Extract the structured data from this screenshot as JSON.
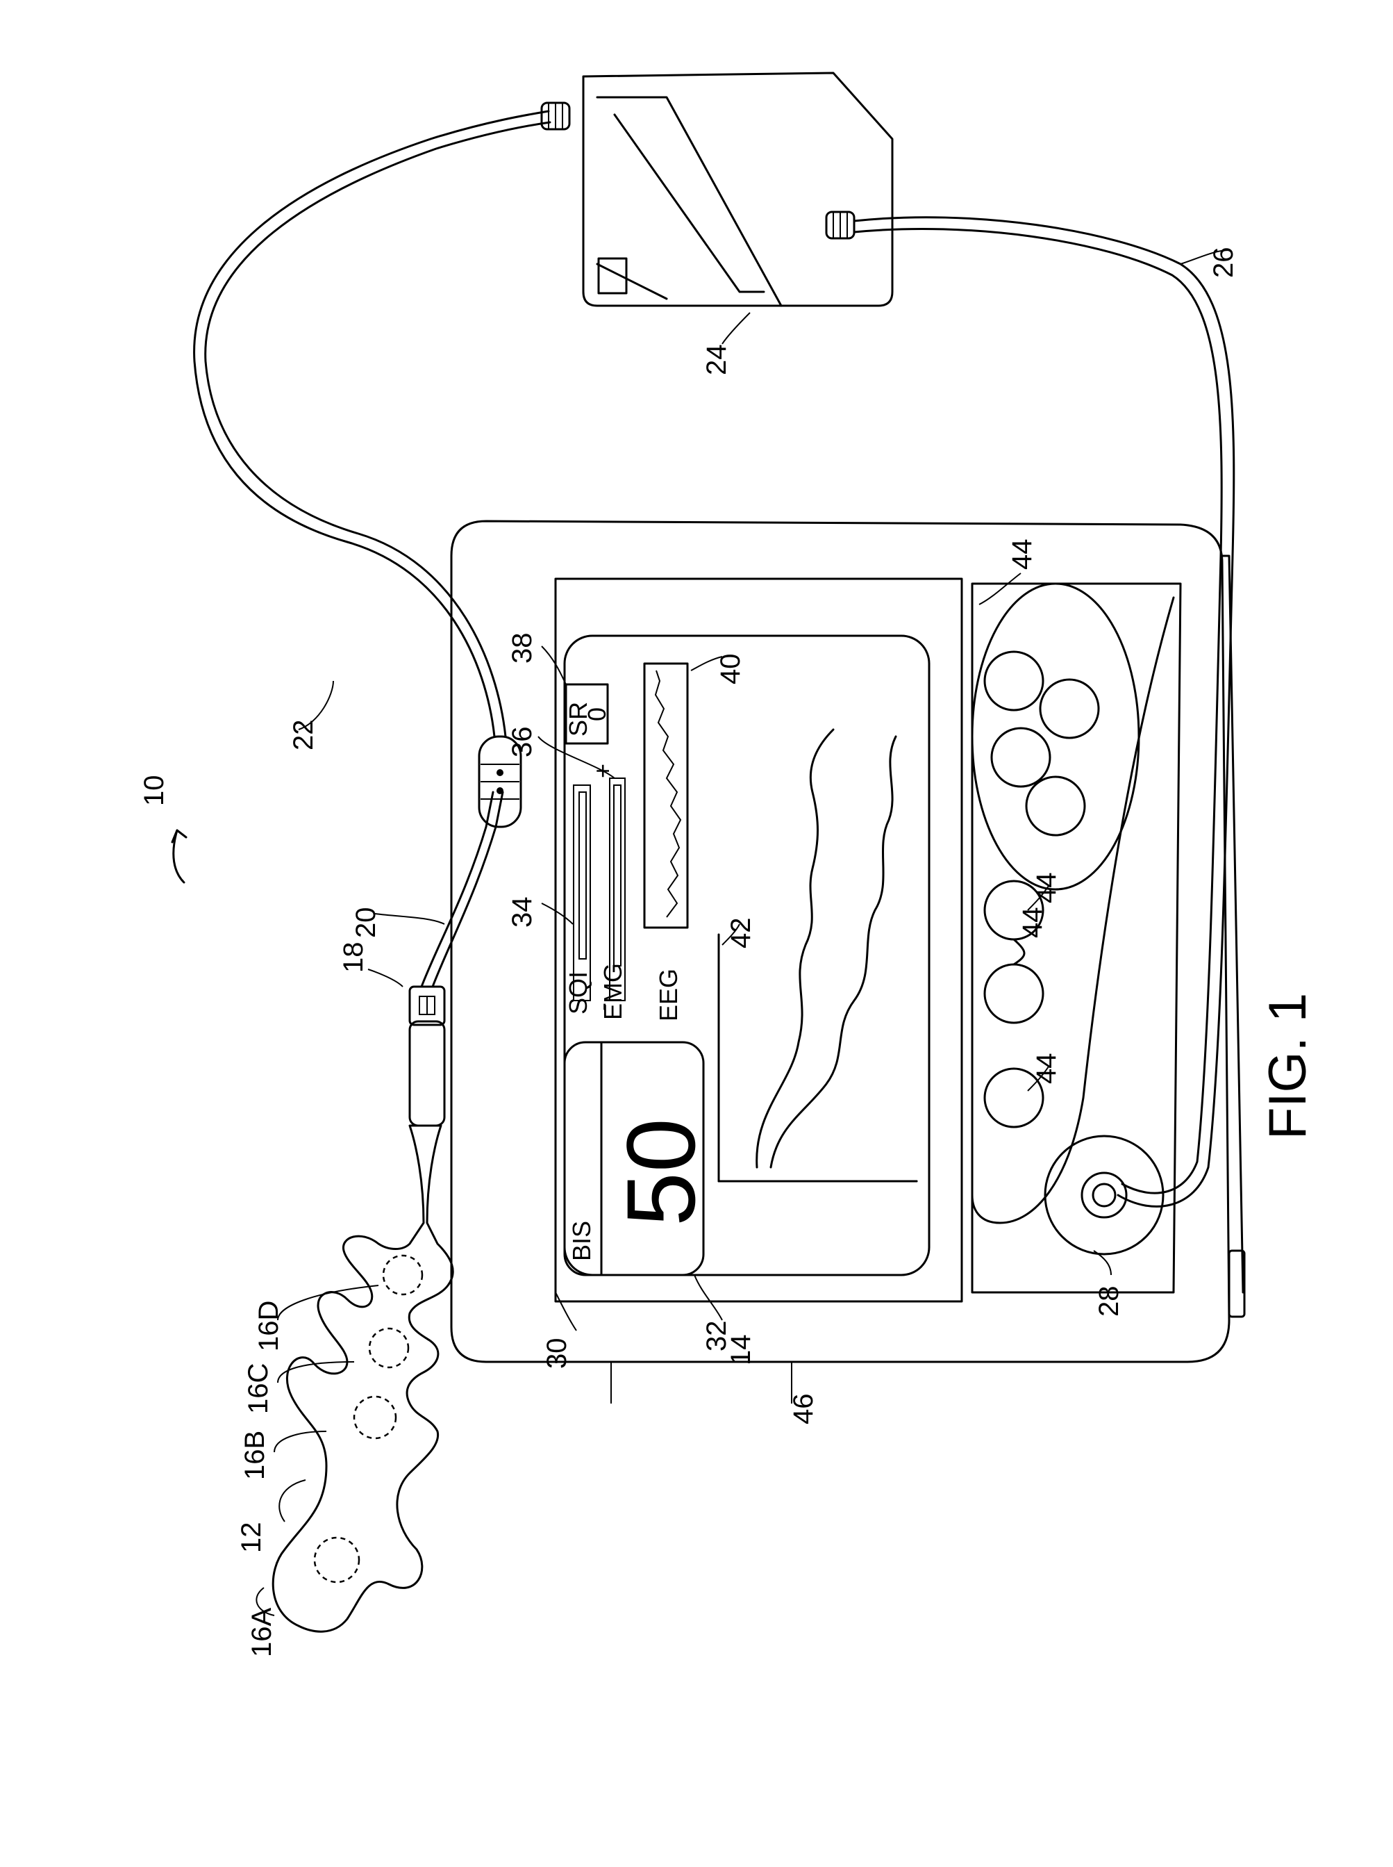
{
  "figure": {
    "caption": "FIG. 1",
    "system_ref": "10"
  },
  "screen": {
    "bis_label": "BIS",
    "bis_value": "50",
    "sqi_label": "SQI",
    "emg_label": "EMG",
    "eeg_label": "EEG",
    "sr_label": "SR",
    "sr_value": "0",
    "plus_sign": "+",
    "minus_sign": "-"
  },
  "refs": {
    "r12": "12",
    "r14": "14",
    "r16a": "16A",
    "r16b": "16B",
    "r16c": "16C",
    "r16d": "16D",
    "r18": "18",
    "r20": "20",
    "r22": "22",
    "r24": "24",
    "r26": "26",
    "r28": "28",
    "r30": "30",
    "r32": "32",
    "r34": "34",
    "r36": "36",
    "r38": "38",
    "r40": "40",
    "r42": "42",
    "r44a": "44",
    "r44b": "44",
    "r44c": "44",
    "r44d": "44",
    "r46": "46"
  }
}
